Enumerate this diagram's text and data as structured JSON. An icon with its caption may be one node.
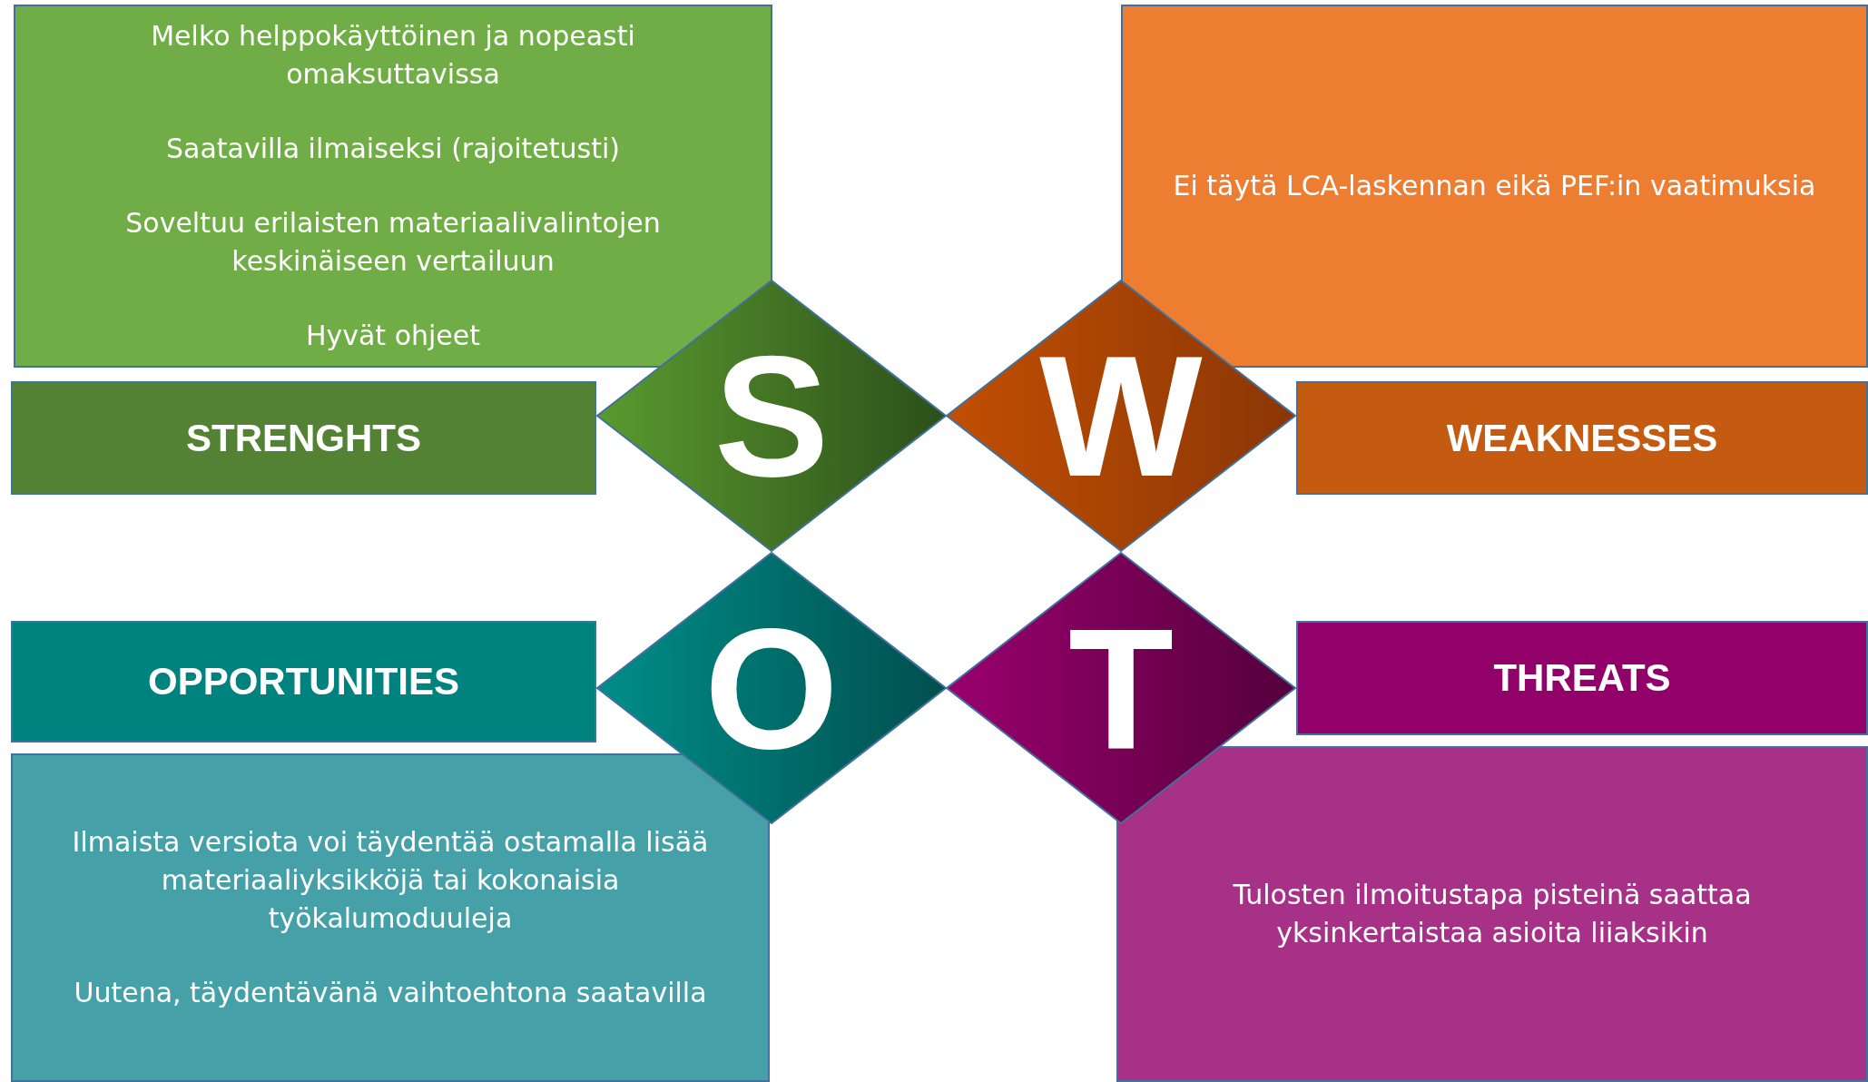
{
  "diagram": {
    "nodes": [
      {
        "text": [
          "Melko helppokäyttöinen ja nopeasti omaksuttavissa",
          "Saatavilla ilmaiseksi (rajoitetusti)",
          "Soveltuu erilaisten materiaalivalintojen keskinäiseen vertailuun",
          "Hyvät ohjeet"
        ]
      },
      {
        "text": [
          "STRENGHTS"
        ]
      },
      {
        "text": [
          "S"
        ]
      },
      {
        "text": [
          "Ei täytä LCA-laskennan eikä PEF:in vaatimuksia"
        ]
      },
      {
        "text": [
          "WEAKNESSES"
        ]
      },
      {
        "text": [
          "W"
        ]
      },
      {
        "text": [
          "OPPORTUNITIES"
        ]
      },
      {
        "text": [
          "O"
        ]
      },
      {
        "text": [
          "Ilmaista versiota voi täydentää ostamalla lisää materiaaliyksikköjä tai kokonaisia työkalumoduuleja",
          "Uutena, täydentävänä vaihtoehtona saatavilla"
        ]
      },
      {
        "text": [
          "THREATS"
        ]
      },
      {
        "text": [
          "T"
        ]
      },
      {
        "text": [
          "Tulosten ilmoitustapa pisteinä saattaa yksinkertaistaa asioita liiaksikin"
        ]
      }
    ],
    "edges": []
  }
}
